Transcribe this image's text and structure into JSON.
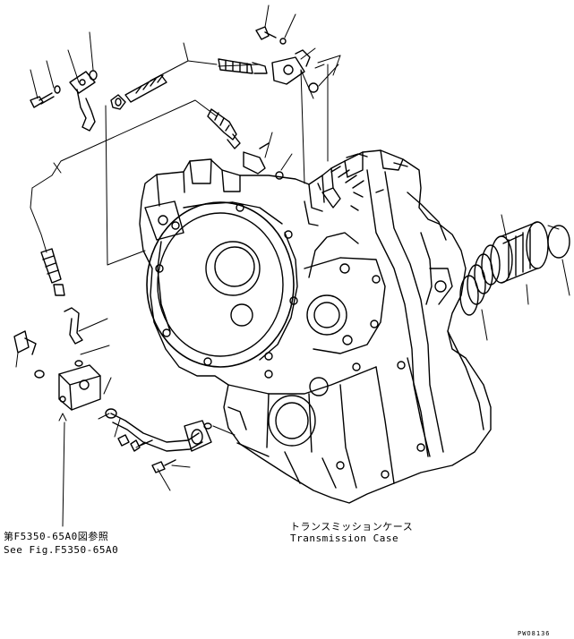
{
  "reference": {
    "japanese": "第F5350-65A0図参照",
    "english": "See Fig.F5350-65A0"
  },
  "case_label": {
    "japanese": "トランスミッションケース",
    "english": "Transmission Case"
  },
  "drawing_code": "PWO8136"
}
